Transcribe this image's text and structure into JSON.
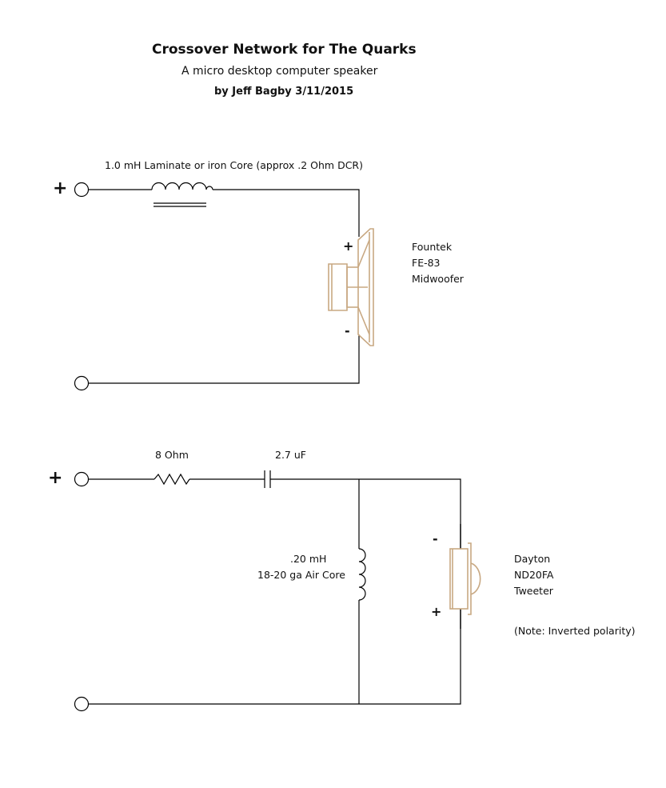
{
  "header": {
    "title": "Crossover Network for The Quarks",
    "subtitle": "A micro desktop computer speaker",
    "byline": "by Jeff Bagby 3/11/2015"
  },
  "woofer_section": {
    "inductor_label": "1.0 mH  Laminate or iron Core (approx .2 Ohm DCR)",
    "input_plus": "+",
    "driver_plus": "+",
    "driver_minus": "-",
    "driver_lines": [
      "Fountek",
      "FE-83",
      "Midwoofer"
    ]
  },
  "tweeter_section": {
    "resistor_label": "8 Ohm",
    "capacitor_label": "2.7 uF",
    "input_plus": "+",
    "inductor_lines": [
      ".20 mH",
      "18-20 ga Air Core"
    ],
    "driver_minus": "-",
    "driver_plus": "+",
    "driver_lines": [
      "Dayton",
      "ND20FA",
      "Tweeter"
    ],
    "note": "(Note: Inverted polarity)"
  },
  "colors": {
    "wire": "#000000",
    "speaker": "#c8a882"
  }
}
